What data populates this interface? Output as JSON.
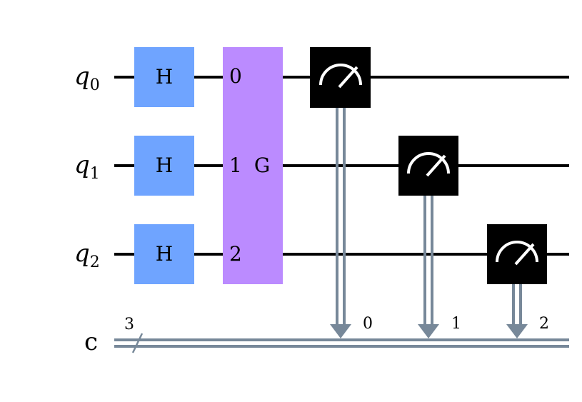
{
  "qubits": [
    {
      "base": "q",
      "sub": "0"
    },
    {
      "base": "q",
      "sub": "1"
    },
    {
      "base": "q",
      "sub": "2"
    }
  ],
  "classical": {
    "label": "c",
    "width": "3"
  },
  "gates": {
    "h_label": "H",
    "g": {
      "label": "G",
      "inputs": [
        "0",
        "1",
        "2"
      ]
    }
  },
  "measurements": [
    {
      "qubit": 0,
      "bit": "0"
    },
    {
      "qubit": 1,
      "bit": "1"
    },
    {
      "qubit": 2,
      "bit": "2"
    }
  ],
  "colors": {
    "wire": "#000000",
    "classical_wire": "#778899",
    "h_gate": "#6fa4ff",
    "g_gate": "#bb8bff",
    "measure": "#000000",
    "measure_symbol": "#ffffff"
  }
}
